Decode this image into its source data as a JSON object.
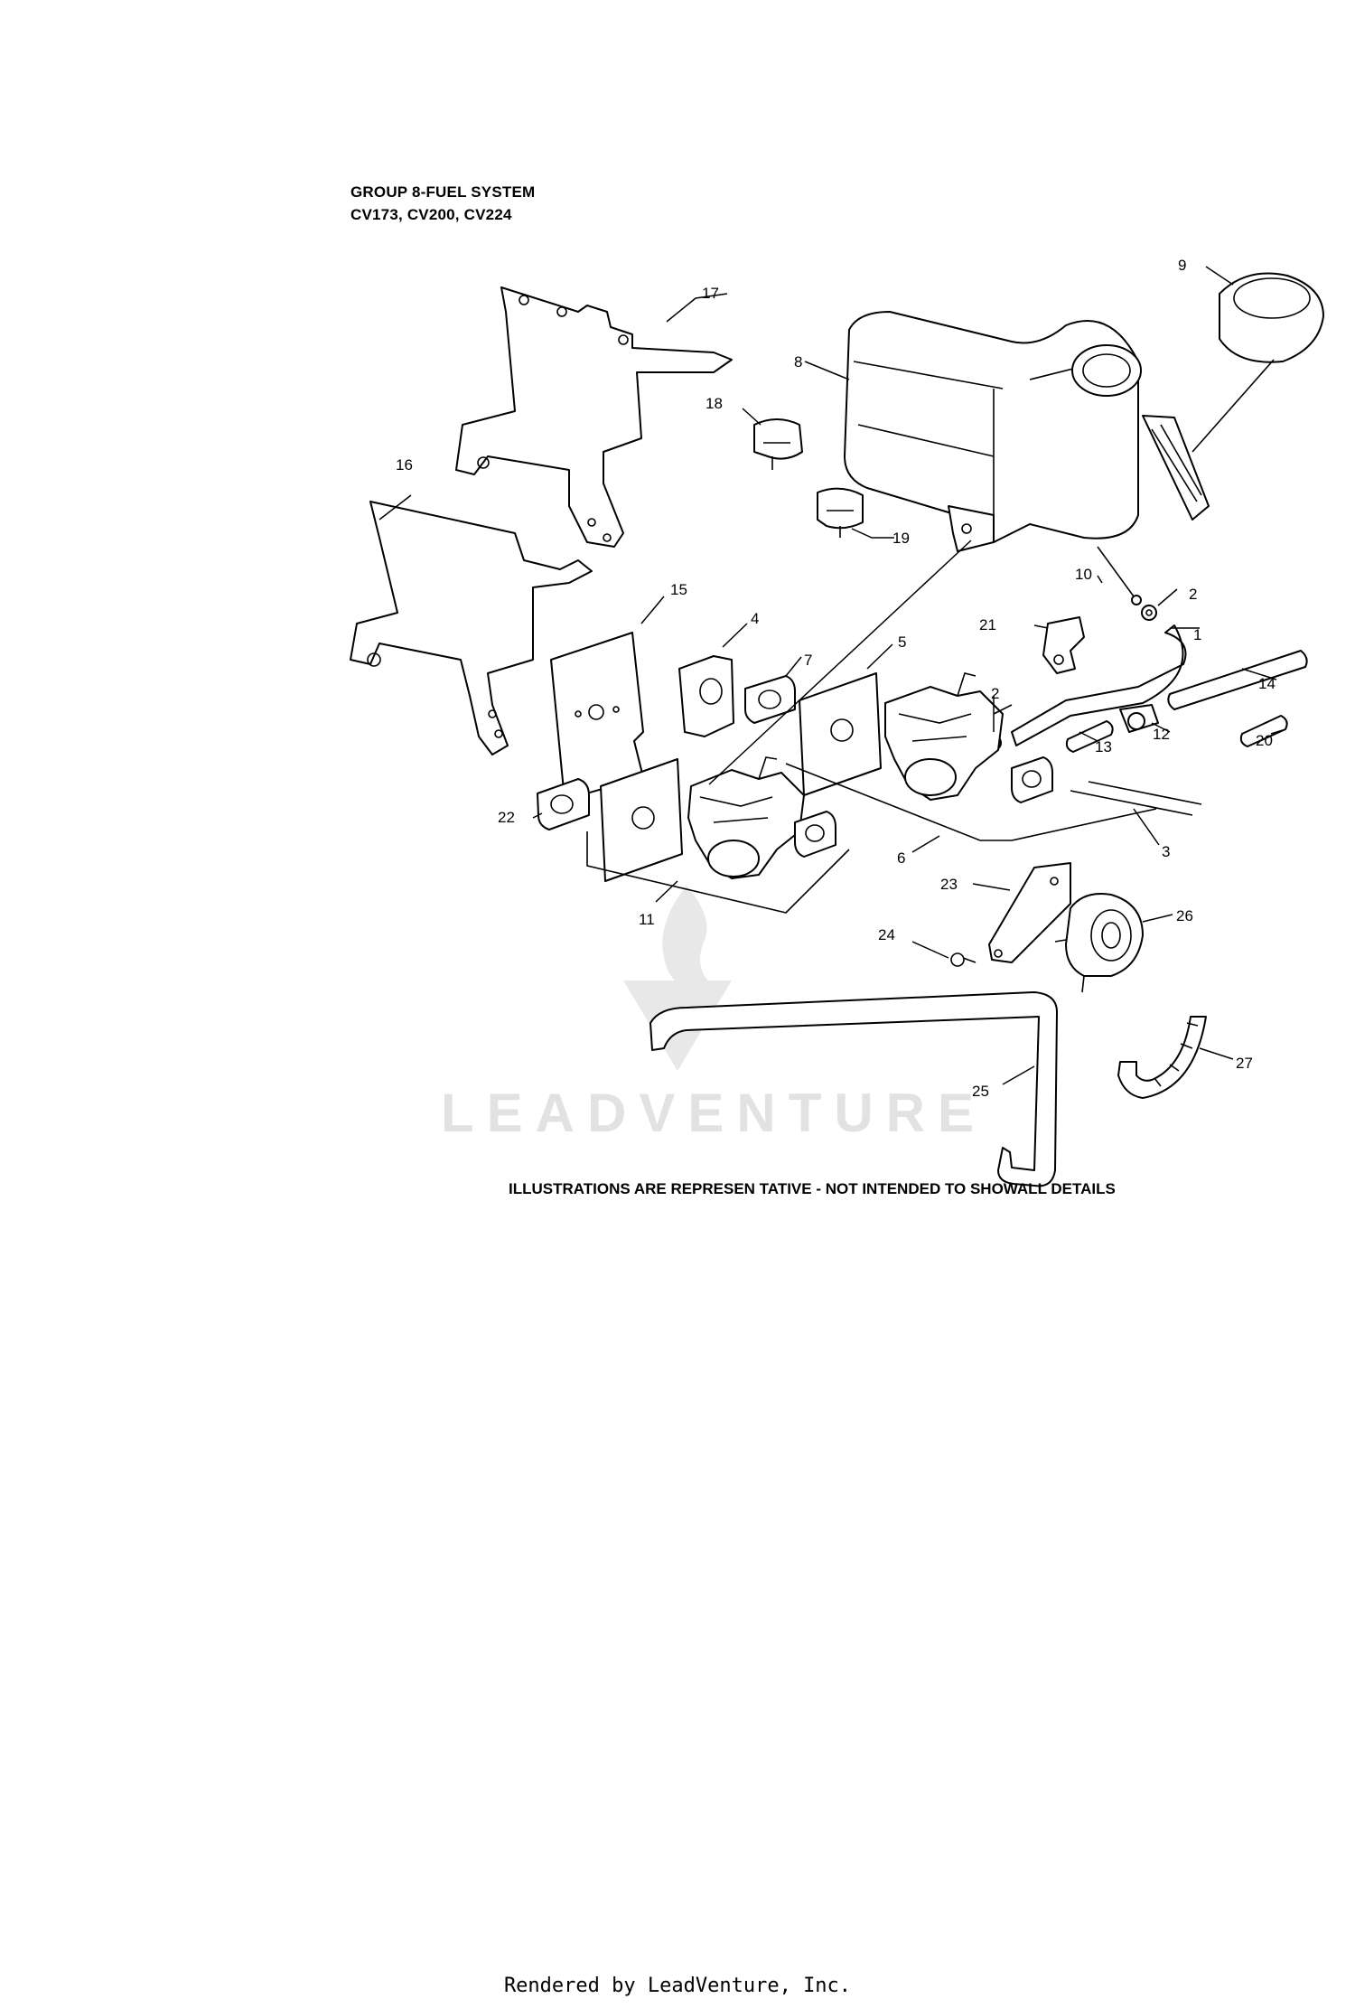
{
  "header": {
    "title": "GROUP 8-FUEL SYSTEM",
    "models": "CV173, CV200, CV224"
  },
  "callouts": [
    "1",
    "2",
    "3",
    "4",
    "5",
    "6",
    "7",
    "8",
    "9",
    "10",
    "11",
    "12",
    "13",
    "14",
    "15",
    "16",
    "17",
    "18",
    "19",
    "20",
    "21",
    "22",
    "23",
    "24",
    "25",
    "26",
    "27"
  ],
  "callout_second_2": "2",
  "watermark": "LEADVENTURE",
  "disclaimer": "ILLUSTRATIONS ARE REPRESEN TATIVE - NOT INTENDED TO SHOWALL DETAILS",
  "footer": "Rendered by LeadVenture, Inc."
}
